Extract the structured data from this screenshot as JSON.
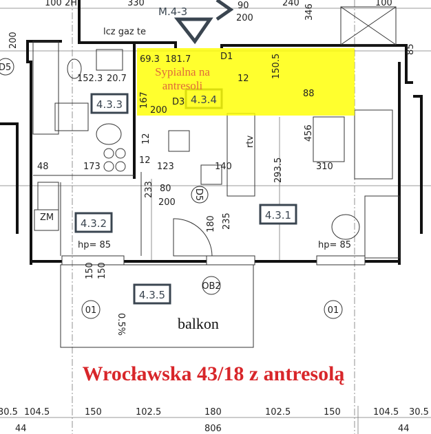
{
  "title": "Wrocławska 43/18 z antresolą",
  "overlay": {
    "label_line1": "Sypialna na",
    "label_line2": "antresoli",
    "color": "#ffff00"
  },
  "balcony_label": "balkon",
  "slope": "0.5%",
  "rooms": {
    "r431": "4.3.1",
    "r432": "4.3.2",
    "r433": "4.3.3",
    "r434": "4.3.4",
    "r435": "4.3.5"
  },
  "symbols": {
    "stair_tag": "M.4-3",
    "d5_left": "D5",
    "d5_mid": "D5",
    "d1": "D1",
    "d3": "D3",
    "ob2": "OB2",
    "o1_left": "01",
    "o1_right": "01",
    "zm": "ZM",
    "rtv": "rtv",
    "gas": "lcz gaz te",
    "hp_left": "hp= 85",
    "hp_right": "hp= 85"
  },
  "dims": {
    "top": [
      "100 2H",
      "330",
      "90",
      "200",
      "346",
      "240",
      "100"
    ],
    "inner": [
      "152.3",
      "20.7",
      "69.3",
      "181.7",
      "88",
      "200",
      "167",
      "12",
      "150.5",
      "200",
      "85",
      "12",
      "12",
      "48",
      "173",
      "123",
      "140",
      "456",
      "310",
      "80",
      "200",
      "233",
      "293.5",
      "180",
      "235",
      "150",
      "150"
    ],
    "bottom_row1": [
      "30.5",
      "104.5",
      "150",
      "102.5",
      "180",
      "102.5",
      "150",
      "104.5",
      "30.5"
    ],
    "bottom_row2": [
      "44",
      "806",
      "44"
    ]
  }
}
